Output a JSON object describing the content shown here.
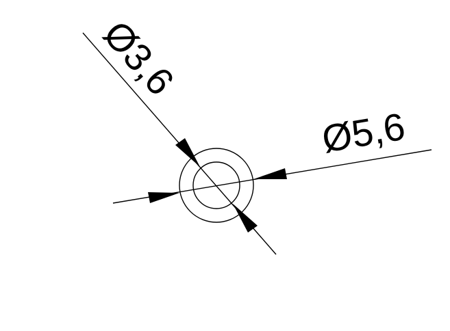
{
  "drawing": {
    "dimensions": {
      "inner_diameter": {
        "label": "Ø3,6",
        "value": 3.6
      },
      "outer_diameter": {
        "label": "Ø5,6",
        "value": 5.6
      }
    },
    "colors": {
      "line": "#000000",
      "background": "#ffffff"
    }
  }
}
